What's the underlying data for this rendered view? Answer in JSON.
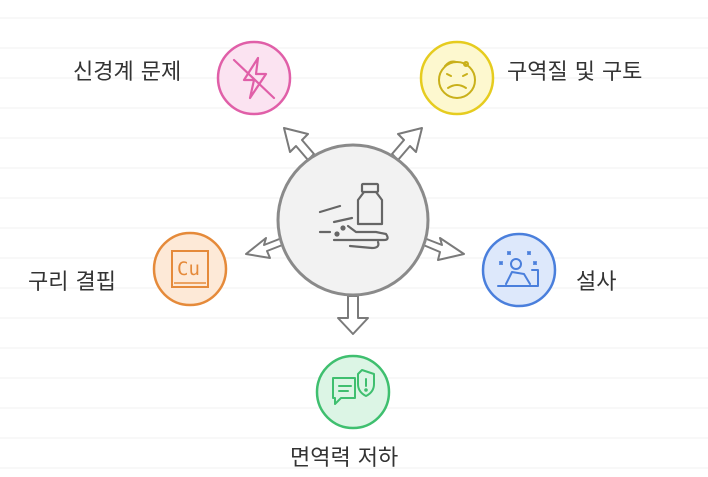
{
  "center": {
    "icon": "hand-pouring-bottle-icon"
  },
  "nodes": [
    {
      "id": "neuro",
      "label": "신경계 문제",
      "icon": "lightning-off-icon",
      "color": "#e05fa8",
      "fill": "#fbe3f1"
    },
    {
      "id": "nausea",
      "label": "구역질 및 구토",
      "icon": "sick-face-icon",
      "color": "#e6cc1f",
      "fill": "#fdf8cf"
    },
    {
      "id": "copper",
      "label": "구리 결핍",
      "icon": "copper-element-icon",
      "color": "#e58a3a",
      "fill": "#fde9d7"
    },
    {
      "id": "diarrhea",
      "label": "설사",
      "icon": "person-toilet-icon",
      "color": "#4a7fdc",
      "fill": "#dde8fb"
    },
    {
      "id": "immunity",
      "label": "면역력 저하",
      "icon": "shield-chat-icon",
      "color": "#3fbf6f",
      "fill": "#dcf5e5"
    }
  ],
  "copper_symbol": "Cu"
}
